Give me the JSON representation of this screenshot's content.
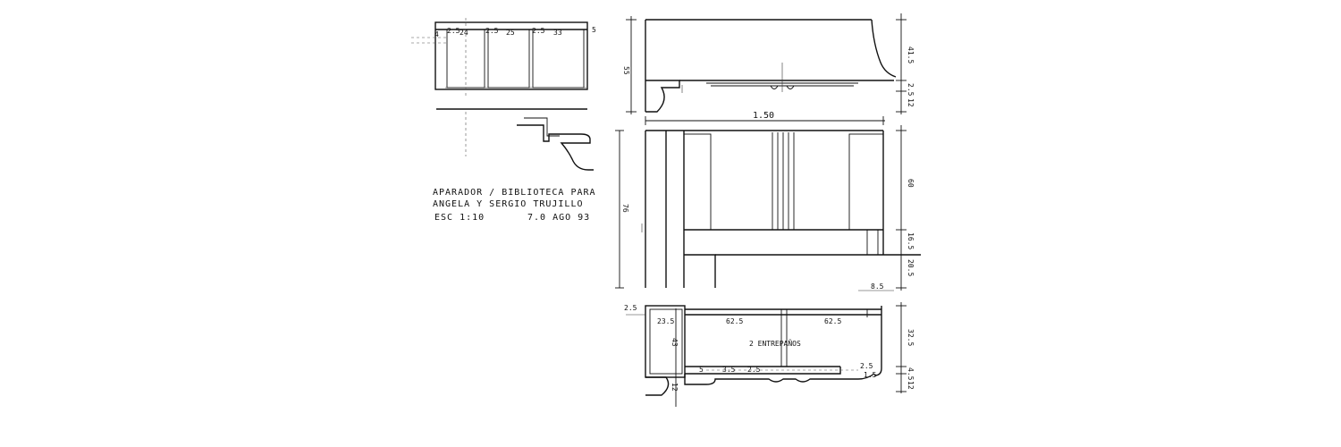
{
  "note": {
    "line1": "APARADOR / BIBLIOTECA  PARA",
    "line2": "ANGELA Y SERGIO TRUJILLO",
    "scale": "ESC 1:10",
    "date": "7.0 AGO 93"
  },
  "plan_small": {
    "dims": [
      "4",
      "2.5",
      "24",
      "2.5",
      "25",
      "2.5",
      "33",
      "5"
    ]
  },
  "elevation_top": {
    "width": "1.50",
    "height": "55",
    "right_dims": [
      "41.5",
      "2.5",
      "12"
    ]
  },
  "elevation_front": {
    "left_height": "76",
    "right_dims": [
      "60",
      "16.5",
      "20.5"
    ],
    "small_dim": "8.5"
  },
  "section_bottom": {
    "left_dims": [
      "2.5",
      "23.5",
      "43",
      "12"
    ],
    "widths": [
      "62.5",
      "62.5"
    ],
    "shelves_label": "2 ENTREPAÑOS",
    "right_dims": [
      "32.5",
      "4.5",
      "12"
    ],
    "bottom_dims": [
      "5",
      "3.5",
      "2.5",
      "2.5",
      "1.5"
    ]
  }
}
